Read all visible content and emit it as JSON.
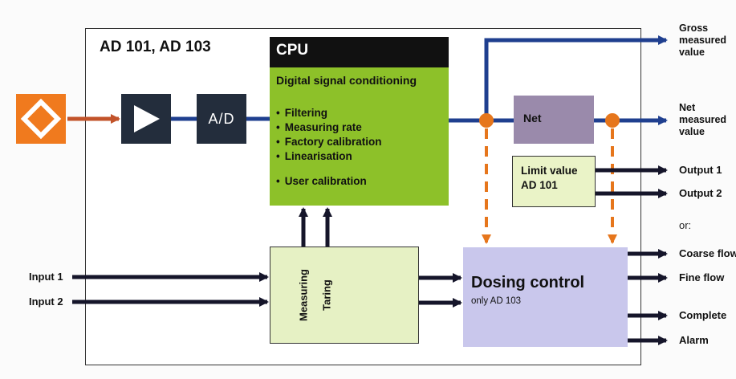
{
  "title": "AD 101, AD 103",
  "blocks": {
    "converter": "A/D",
    "cpu_header": "CPU",
    "cpu_subtitle": "Digital signal conditioning",
    "cpu_items": [
      "Filtering",
      "Measuring rate",
      "Factory calibration",
      "Linearisation"
    ],
    "cpu_extra": "User calibration",
    "net": "Net",
    "limit_line1": "Limit value",
    "limit_line2": "AD 101",
    "measuring": "Measuring",
    "taring": "Taring",
    "dosing_title": "Dosing control",
    "dosing_sub": "only AD 103"
  },
  "inputs": [
    "Input 1",
    "Input 2"
  ],
  "outputs": {
    "gross": [
      "Gross",
      "measured",
      "value"
    ],
    "net": [
      "Net",
      "measured",
      "value"
    ],
    "output1": "Output 1",
    "output2": "Output 2",
    "or": "or:",
    "coarse": "Coarse flow",
    "fine": "Fine flow",
    "complete": "Complete",
    "alarm": "Alarm"
  },
  "colors": {
    "signal_line": "#1f3f8f",
    "dark_line": "#15152a",
    "accent_orange": "#f07a1e",
    "dashed_orange": "#e6761c",
    "cpu_green": "#8dc129",
    "net_purple": "#9a8aab",
    "dosing_lavender": "#c9c7ec",
    "light_green": "#e6f1c4"
  }
}
